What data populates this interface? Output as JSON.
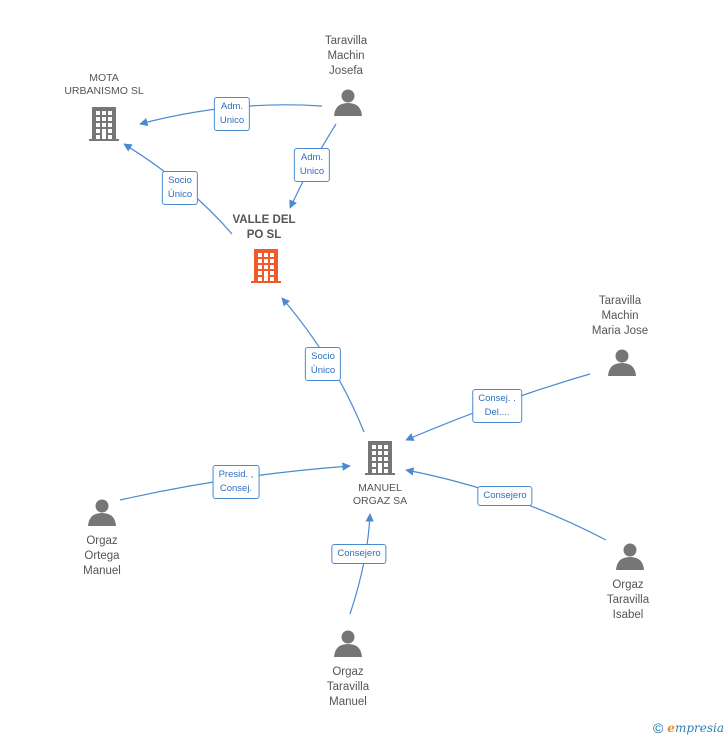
{
  "colors": {
    "edge": "#4a8ad0",
    "node_gray": "#767676",
    "node_focus": "#f05a28",
    "badge_text": "#2f6fbf"
  },
  "nodes": [
    {
      "id": "mota",
      "type": "company",
      "label": "MOTA\nURBANISMO SL",
      "icon": "building-icon"
    },
    {
      "id": "valle",
      "type": "company",
      "focus": true,
      "label": "VALLE DEL\nPO SL",
      "icon": "building-icon"
    },
    {
      "id": "manuel_orgaz",
      "type": "company",
      "label": "MANUEL\nORGAZ SA",
      "icon": "building-icon"
    },
    {
      "id": "josefa",
      "type": "person",
      "label": "Taravilla\nMachin\nJosefa",
      "icon": "person-icon"
    },
    {
      "id": "mariajose",
      "type": "person",
      "label": "Taravilla\nMachin\nMaria Jose",
      "icon": "person-icon"
    },
    {
      "id": "ortega",
      "type": "person",
      "label": "Orgaz\nOrtega\nManuel",
      "icon": "person-icon"
    },
    {
      "id": "isabel",
      "type": "person",
      "label": "Orgaz\nTaravilla\nIsabel",
      "icon": "person-icon"
    },
    {
      "id": "tmanuel",
      "type": "person",
      "label": "Orgaz\nTaravilla\nManuel",
      "icon": "person-icon"
    }
  ],
  "edges": [
    {
      "from": "josefa",
      "to": "mota",
      "label": "Adm.\nUnico"
    },
    {
      "from": "josefa",
      "to": "valle",
      "label": "Adm.\nUnico"
    },
    {
      "from": "valle",
      "to": "mota",
      "label": "Socio\nÚnico"
    },
    {
      "from": "manuel_orgaz",
      "to": "valle",
      "label": "Socio\nÚnico"
    },
    {
      "from": "mariajose",
      "to": "manuel_orgaz",
      "label": "Consej. .\nDel...."
    },
    {
      "from": "ortega",
      "to": "manuel_orgaz",
      "label": "Presid. ,\nConsej."
    },
    {
      "from": "isabel",
      "to": "manuel_orgaz",
      "label": "Consejero"
    },
    {
      "from": "tmanuel",
      "to": "manuel_orgaz",
      "label": "Consejero"
    }
  ],
  "footer": {
    "copyright_symbol": "©",
    "brand_initial": "e",
    "brand_rest": "mpresia"
  }
}
